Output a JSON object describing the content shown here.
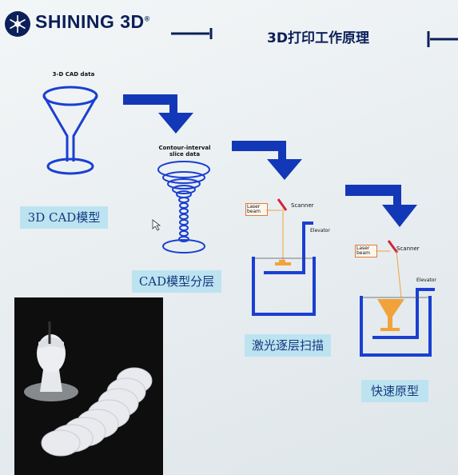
{
  "header": {
    "brand": "SHINING 3D",
    "brand_mark": "®",
    "title": "3D打印工作原理"
  },
  "steps": [
    {
      "caption": "3-D CAD data",
      "label": "3D CAD模型"
    },
    {
      "caption_line1": "Contour-interval",
      "caption_line2": "slice data",
      "label": "CAD模型分层"
    },
    {
      "laser_line1": "Laser",
      "laser_line2": "beam",
      "scanner": "Scanner",
      "elevator": "Elevator",
      "label": "激光逐层扫描"
    },
    {
      "laser_line1": "Laser",
      "laser_line2": "beam",
      "scanner": "Scanner",
      "elevator": "Elevator",
      "label": "快速原型"
    }
  ],
  "colors": {
    "brand_blue": "#0b1f58",
    "diagram_blue": "#1a3fd1",
    "label_bg": "#bde3f1",
    "laser_orange": "#f2a23a"
  },
  "icons": [
    "snowflake-logo-icon",
    "arrow-down-right-icon",
    "mouse-cursor-icon"
  ]
}
